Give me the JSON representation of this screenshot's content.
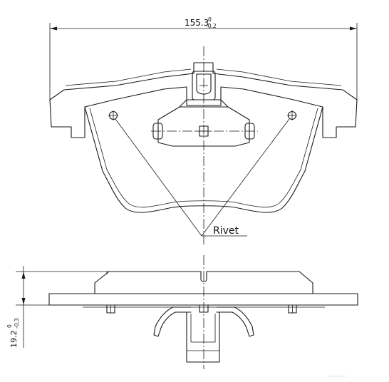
{
  "dimensions": {
    "width_value": "155.3",
    "width_tol_upper": "0",
    "width_tol_lower": "-0.2",
    "thickness_value": "19.2",
    "thickness_tol_upper": "0",
    "thickness_tol_lower": "-0.3"
  },
  "labels": {
    "rivet": "Rivet",
    "corner_mark": "·········"
  }
}
